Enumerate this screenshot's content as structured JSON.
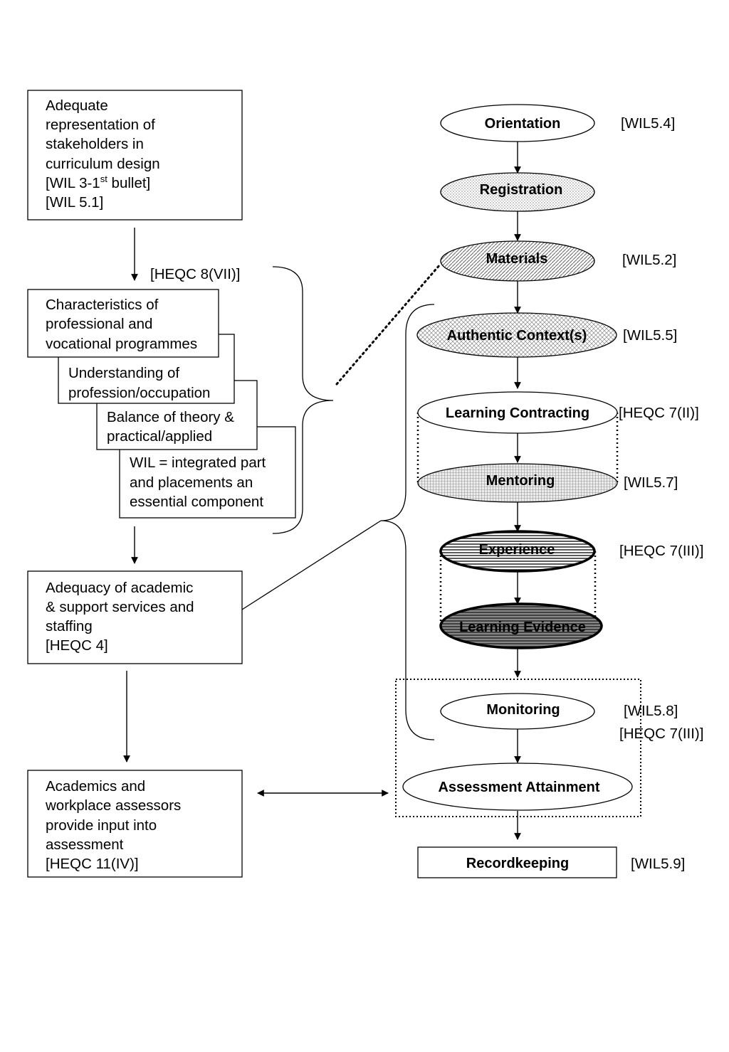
{
  "left_boxes": {
    "stakeholders": {
      "lines": [
        "Adequate",
        "representation of",
        "stakeholders in",
        "curriculum design",
        "[WIL 3-1",
        "[WIL 5.1]"
      ],
      "sup": "st",
      "sup_after": " bullet]"
    },
    "characteristics": {
      "lines": [
        "Characteristics of",
        "professional and",
        "vocational programmes"
      ]
    },
    "understanding": {
      "lines": [
        "Understanding of",
        "profession/occupation"
      ]
    },
    "balance": {
      "lines": [
        "Balance of theory &",
        "practical/applied"
      ]
    },
    "wil": {
      "lines": [
        "WIL = integrated part",
        "and placements an",
        "essential component"
      ]
    },
    "adequacy": {
      "lines": [
        "Adequacy of academic",
        "& support services and",
        "staffing",
        "[HEQC 4]"
      ]
    },
    "academics": {
      "lines": [
        "Academics and",
        "workplace assessors",
        "provide input into",
        "assessment",
        "[HEQC 11(IV)]"
      ]
    }
  },
  "heqc_8_label": "[HEQC 8(VII)]",
  "nodes": {
    "orientation": "Orientation",
    "registration": "Registration",
    "materials": "Materials",
    "authentic": "Authentic Context(s)",
    "contracting": "Learning Contracting",
    "mentoring": "Mentoring",
    "experience": "Experience",
    "evidence": "Learning Evidence",
    "monitoring": "Monitoring",
    "assessment": "Assessment Attainment",
    "recordkeeping": "Recordkeeping"
  },
  "refs": {
    "orientation": "[WIL5.4]",
    "materials": "[WIL5.2]",
    "authentic": "[WIL5.5]",
    "contracting": "[HEQC 7(II)]",
    "mentoring": "[WIL5.7]",
    "experience": "[HEQC 7(III)]",
    "monitoring_1": "[WIL5.8]",
    "monitoring_2": "[HEQC 7(III)]",
    "recordkeeping": "[WIL5.9]"
  }
}
